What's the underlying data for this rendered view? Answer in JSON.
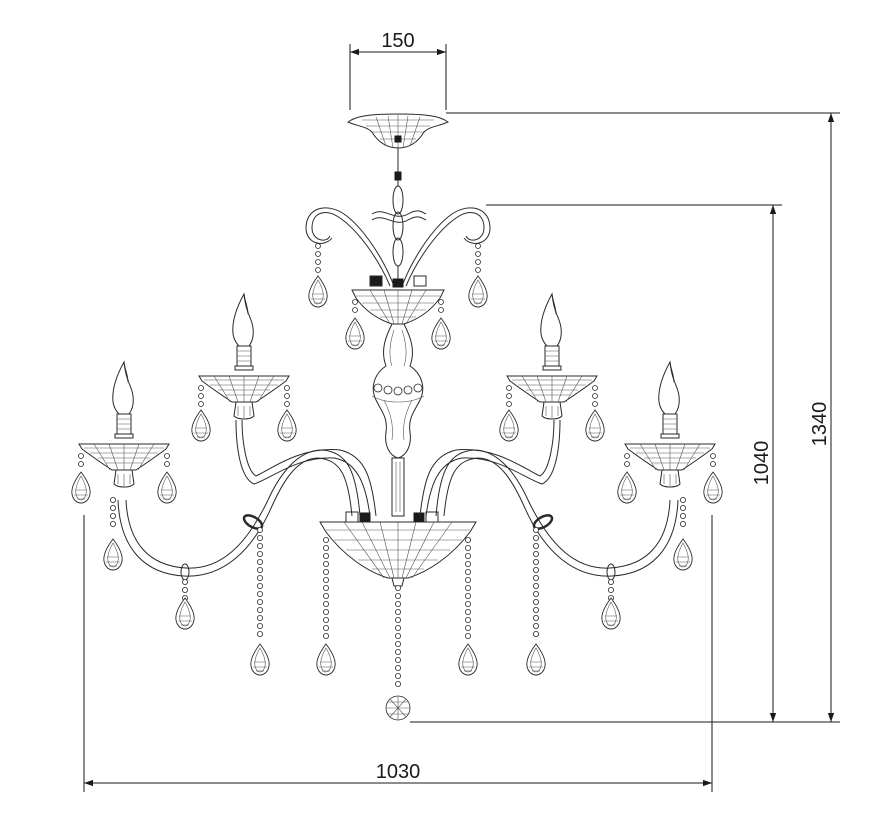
{
  "drawing": {
    "subject": "chandelier technical drawing",
    "dimensions": {
      "top_mount_width": "150",
      "total_height": "1340",
      "body_height": "1040",
      "total_width": "1030"
    },
    "colors": {
      "line": "#1a1a1a",
      "background": "#ffffff"
    }
  }
}
